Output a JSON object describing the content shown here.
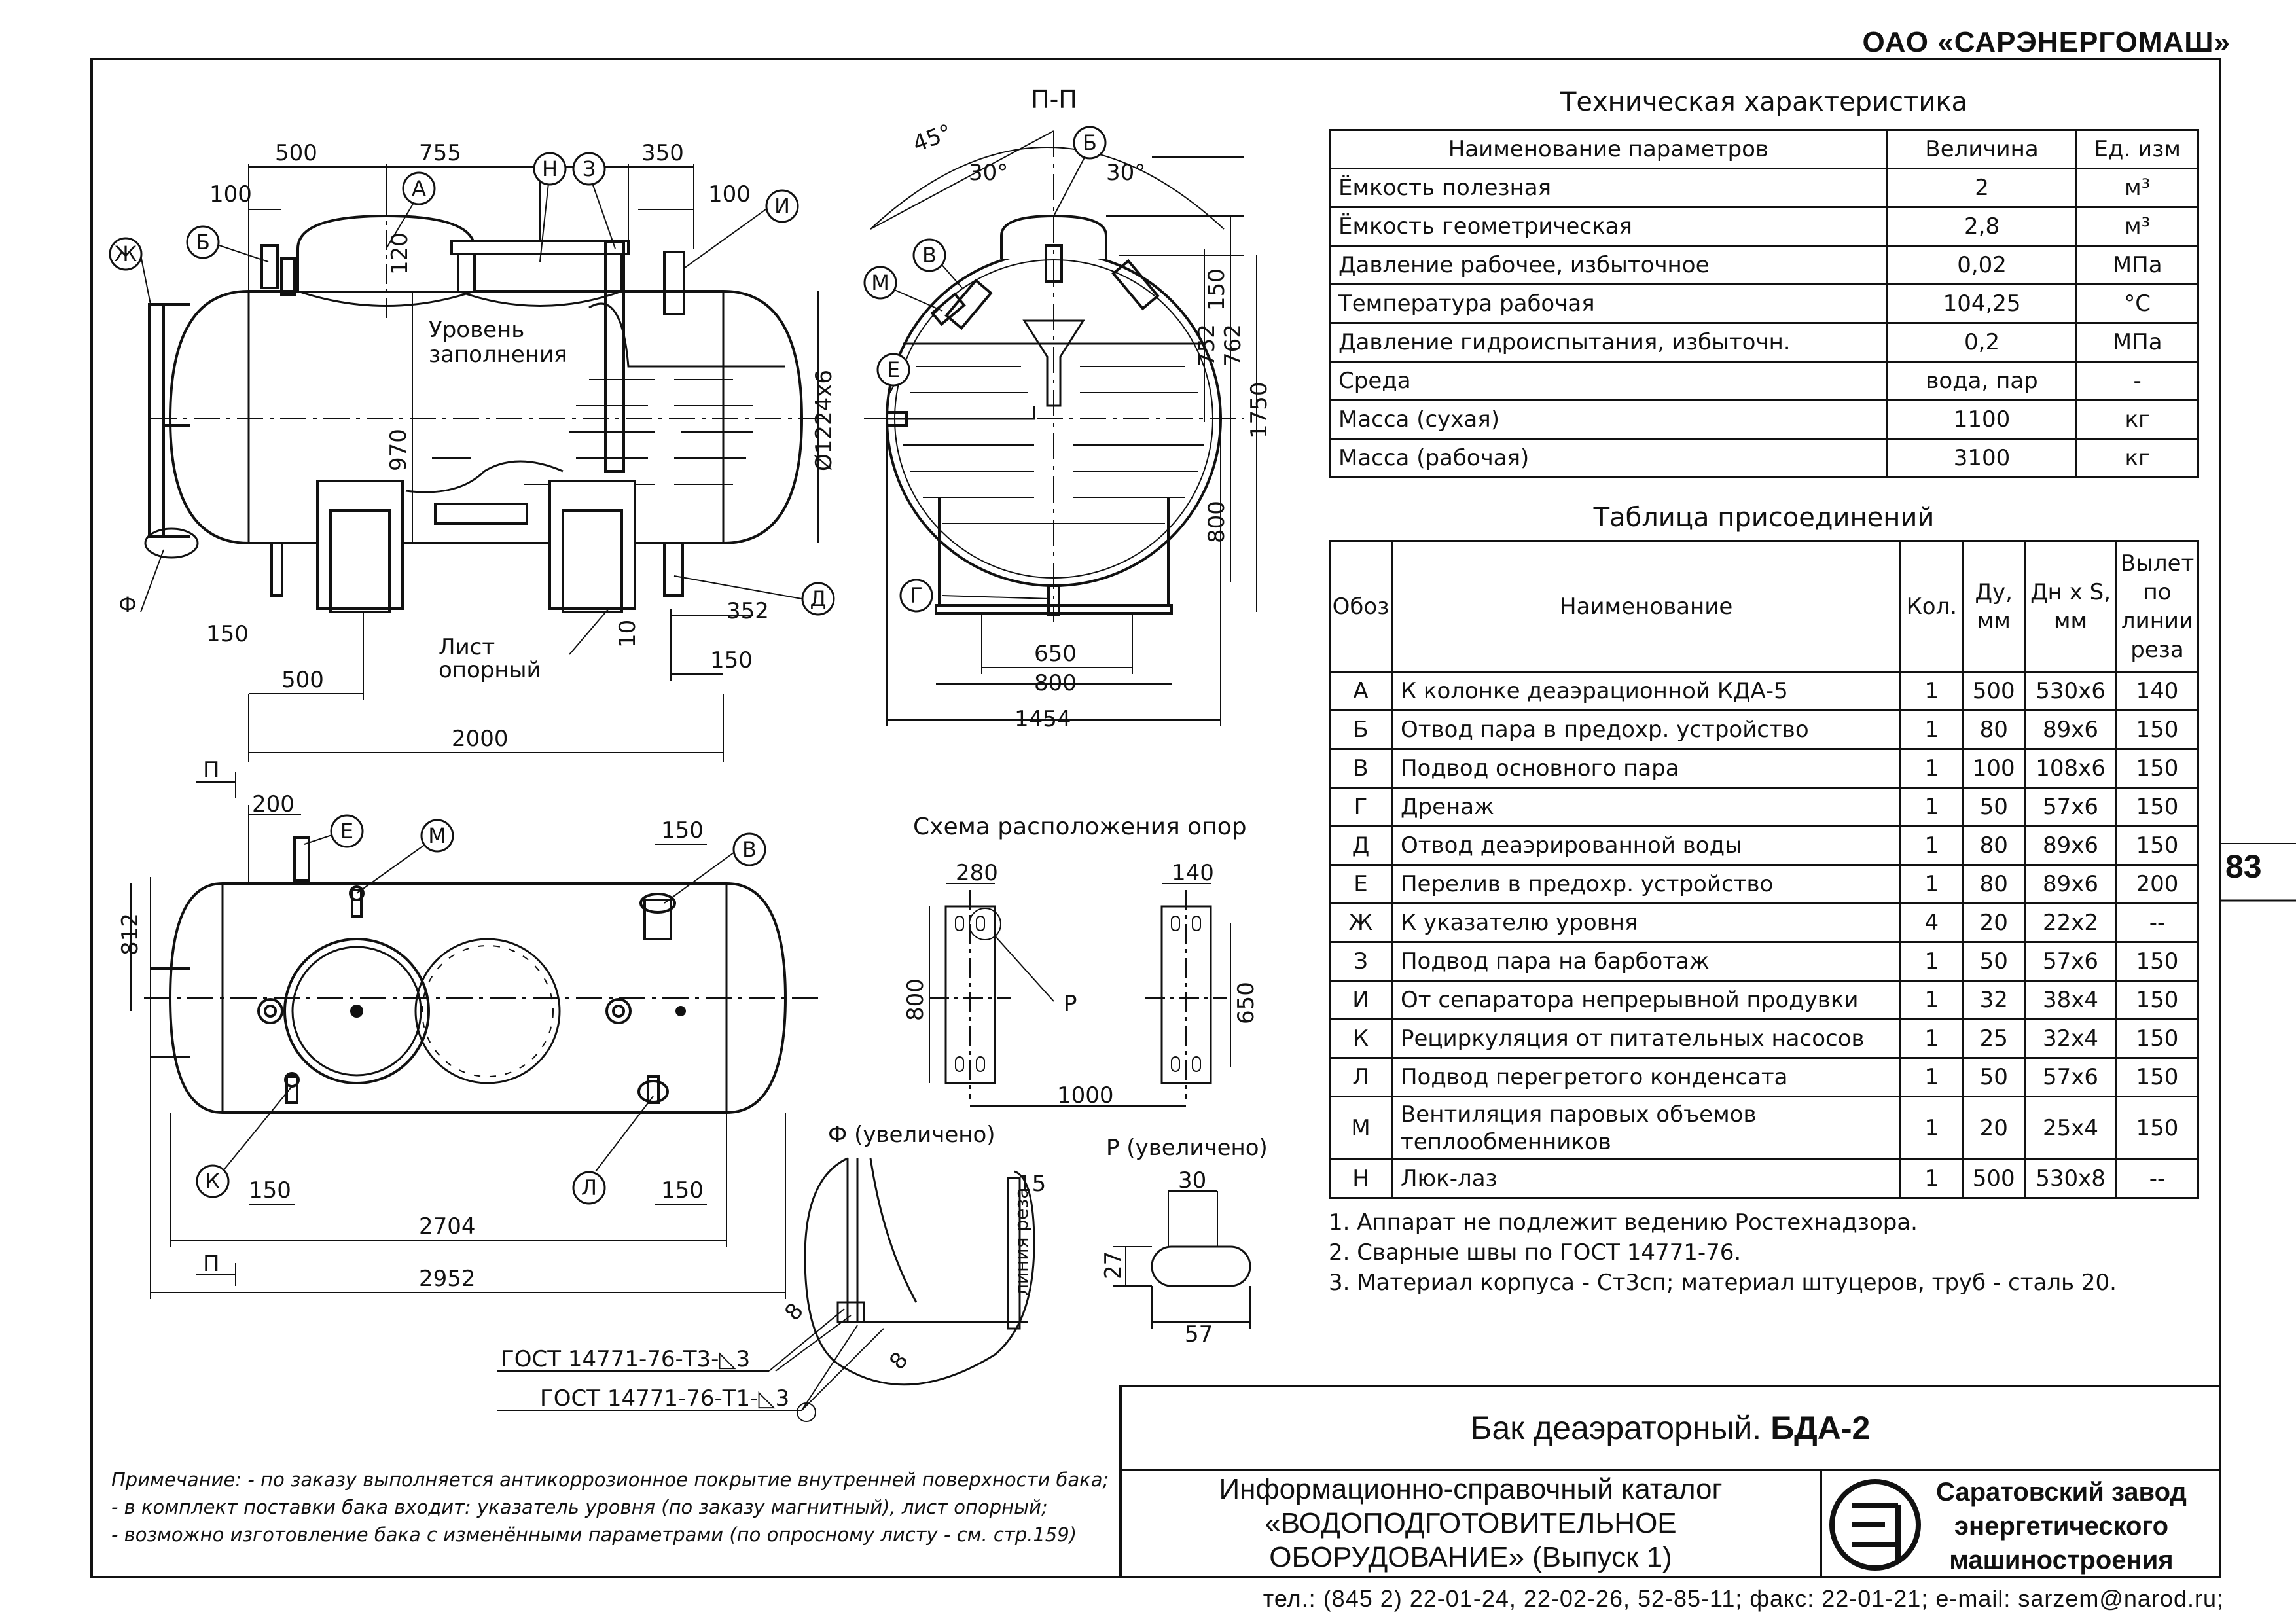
{
  "header": {
    "company": "ОАО «САРЭНЕРГОМАШ»",
    "page_number": "83"
  },
  "views": {
    "section_label": "П-П",
    "supports_title": "Схема расположения опор",
    "detail_f": "Ф (увеличено)",
    "detail_r": "Р (увеличено)",
    "fill_level_1": "Уровень",
    "fill_level_2": "заполнения",
    "support_sheet_1": "Лист",
    "support_sheet_2": "опорный",
    "cut_line": "линия реза",
    "gost_1": "ГОСТ 14771-76-Т3-◺3",
    "gost_2": "ГОСТ 14771-76-Т1-◺3",
    "dims": {
      "d500a": "500",
      "d755": "755",
      "d350": "350",
      "d100a": "100",
      "d100b": "100",
      "d120": "120",
      "d970": "970",
      "diam": "Ø1224x6",
      "d150a": "150",
      "d500b": "500",
      "d10": "10",
      "d352": "352",
      "d150b": "150",
      "d2000": "2000",
      "ang45": "45°",
      "ang30a": "30°",
      "ang30b": "30°",
      "d150c": "150",
      "d752": "752",
      "d762": "762",
      "d1750": "1750",
      "d800a": "800",
      "d650a": "650",
      "d800b": "800",
      "d1454": "1454",
      "d200": "200",
      "d150d": "150",
      "d812": "812",
      "d150e": "150",
      "d150f": "150",
      "d2704": "2704",
      "d2952": "2952",
      "d280": "280",
      "d140": "140",
      "d800c": "800",
      "d650b": "650",
      "d1000": "1000",
      "d15": "15",
      "d8a": "8",
      "d8b": "8",
      "d30": "30",
      "d27": "27",
      "d57": "57"
    },
    "labels": {
      "A": "А",
      "N": "Н",
      "Z": "З",
      "I": "И",
      "Zh": "Ж",
      "B": "Б",
      "F": "Ф",
      "D": "Д",
      "V": "В",
      "M": "М",
      "E": "Е",
      "G": "Г",
      "P": "Р",
      "K": "К",
      "L": "Л",
      "P1": "П",
      "P2": "П"
    }
  },
  "tech_table": {
    "title": "Техническая характеристика",
    "headers": [
      "Наименование параметров",
      "Величина",
      "Ед. изм"
    ],
    "rows": [
      [
        "Ёмкость полезная",
        "2",
        "м³"
      ],
      [
        "Ёмкость геометрическая",
        "2,8",
        "м³"
      ],
      [
        "Давление рабочее, избыточное",
        "0,02",
        "МПа"
      ],
      [
        "Температура рабочая",
        "104,25",
        "°С"
      ],
      [
        "Давление гидроиспытания, избыточн.",
        "0,2",
        "МПа"
      ],
      [
        "Среда",
        "вода, пар",
        "-"
      ],
      [
        "Масса (сухая)",
        "1100",
        "кг"
      ],
      [
        "Масса (рабочая)",
        "3100",
        "кг"
      ]
    ]
  },
  "conn_table": {
    "title": "Таблица присоединений",
    "headers": [
      "Обоз",
      "Наименование",
      "Кол.",
      "Ду, мм",
      "Дн х S, мм",
      "Вылет по линии реза"
    ],
    "rows": [
      [
        "А",
        "К колонке деаэрационной КДА-5",
        "1",
        "500",
        "530х6",
        "140"
      ],
      [
        "Б",
        "Отвод пара в предохр. устройство",
        "1",
        "80",
        "89х6",
        "150"
      ],
      [
        "В",
        "Подвод основного пара",
        "1",
        "100",
        "108х6",
        "150"
      ],
      [
        "Г",
        "Дренаж",
        "1",
        "50",
        "57х6",
        "150"
      ],
      [
        "Д",
        "Отвод деаэрированной воды",
        "1",
        "80",
        "89х6",
        "150"
      ],
      [
        "Е",
        "Перелив в предохр. устройство",
        "1",
        "80",
        "89х6",
        "200"
      ],
      [
        "Ж",
        "К указателю уровня",
        "4",
        "20",
        "22х2",
        "--"
      ],
      [
        "З",
        "Подвод пара на барботаж",
        "1",
        "50",
        "57х6",
        "150"
      ],
      [
        "И",
        "От сепаратора непрерывной продувки",
        "1",
        "32",
        "38х4",
        "150"
      ],
      [
        "К",
        "Рециркуляция от питательных насосов",
        "1",
        "25",
        "32х4",
        "150"
      ],
      [
        "Л",
        "Подвод перегретого конденсата",
        "1",
        "50",
        "57х6",
        "150"
      ],
      [
        "М",
        "Вентиляция паровых объемов теплообменников",
        "1",
        "20",
        "25х4",
        "150"
      ],
      [
        "Н",
        "Люк-лаз",
        "1",
        "500",
        "530х8",
        "--"
      ]
    ]
  },
  "notes": [
    "1. Аппарат не подлежит ведению Ростехнадзора.",
    "2. Сварные швы по ГОСТ 14771-76.",
    "3. Материал корпуса - Ст3сп; материал штуцеров, труб - сталь 20."
  ],
  "bottom_notes": [
    "Примечание: - по заказу выполняется антикоррозионное покрытие внутренней поверхности бака;",
    "- в комплект поставки бака входит: указатель уровня (по заказу магнитный), лист опорный;",
    "- возможно изготовление бака с изменёнными параметрами (по опросному листу - см. стр.159)"
  ],
  "title_block": {
    "name": "Бак деаэраторный.",
    "model": "БДА-2",
    "catalog_1": "Информационно-справочный каталог",
    "catalog_2": "«ВОДОПОДГОТОВИТЕЛЬНОЕ",
    "catalog_3": "ОБОРУДОВАНИЕ» (Выпуск 1)",
    "company_1": "Саратовский завод",
    "company_2": "энергетического",
    "company_3": "машиностроения"
  },
  "footer": {
    "contacts": "тел.: (845 2) 22-01-24, 22-02-26, 52-85-11; факс: 22-01-21; e-mail: sarzem@narod.ru;"
  }
}
